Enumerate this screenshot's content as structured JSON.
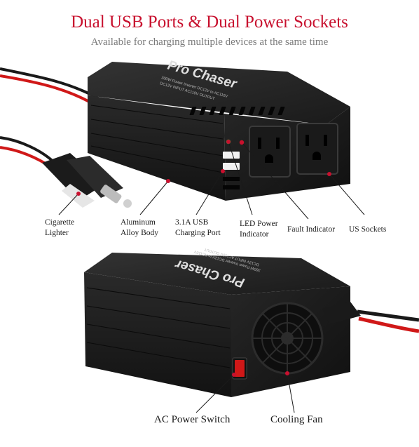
{
  "header": {
    "title": "Dual USB Ports & Dual Power Sockets",
    "subtitle": "Available for charging multiple devices at the same time"
  },
  "device": {
    "brand": "Pro Chaser",
    "spec_line_1": "300W Power Inverter DC12V to AC110V",
    "spec_line_2": "DC12V INPUT  AC110V OUTPUT"
  },
  "callouts_top": {
    "cigarette_lighter": [
      "Cigarette",
      "Lighter"
    ],
    "aluminum_body": [
      "Aluminum",
      "Alloy Body"
    ],
    "usb_port": [
      "3.1A USB",
      "Charging Port"
    ],
    "led_indicator": [
      "LED Power",
      "Indicator"
    ],
    "fault_indicator": "Fault Indicator",
    "us_sockets": "US Sockets"
  },
  "callouts_bottom": {
    "ac_switch": "AC Power Switch",
    "cooling_fan": "Cooling Fan"
  },
  "colors": {
    "accent": "#c8102e",
    "body": "#1c1c1c",
    "wire_red": "#d01818",
    "led_green": "#22cc44"
  }
}
